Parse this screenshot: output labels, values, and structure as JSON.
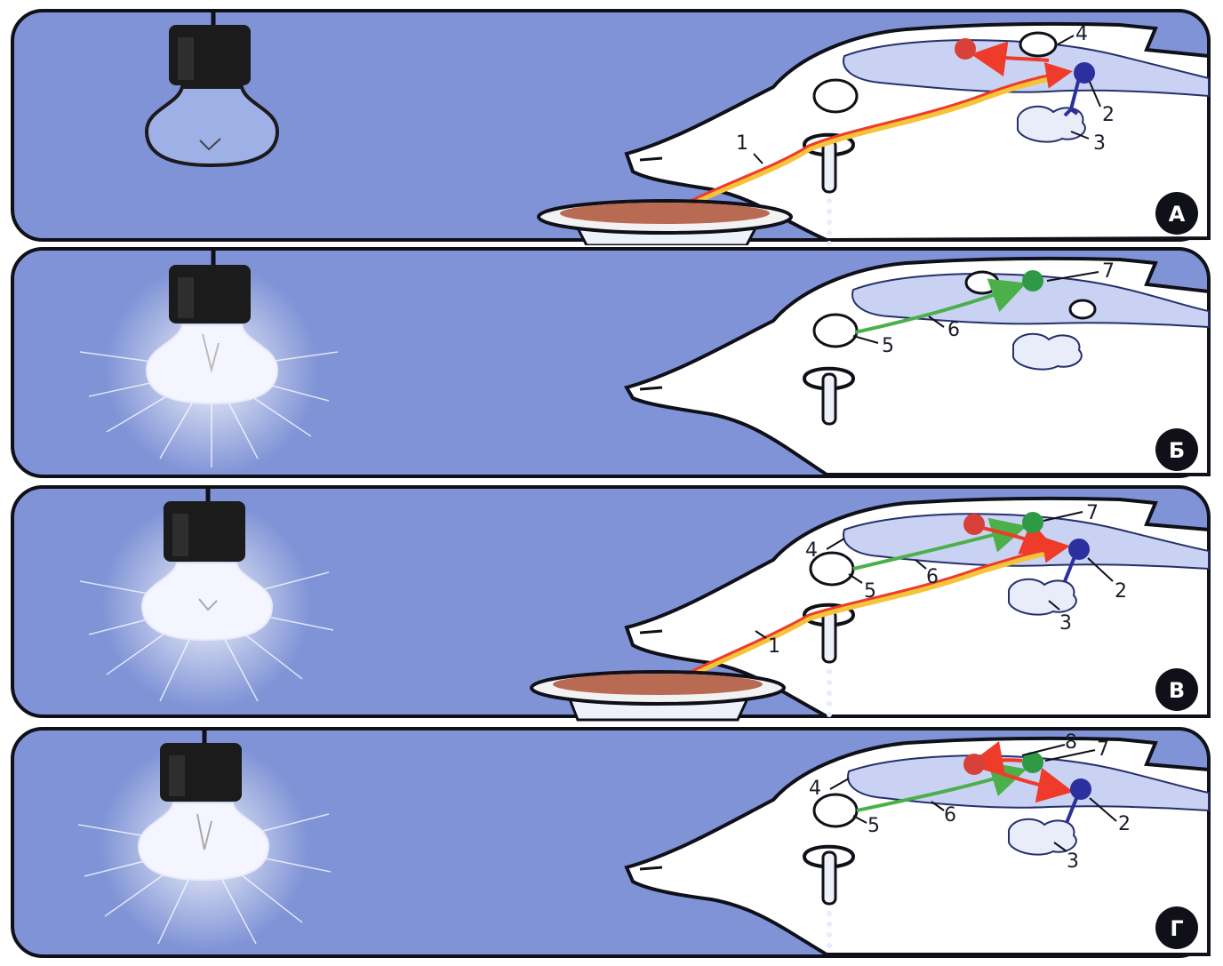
{
  "panels": [
    {
      "key": "A",
      "badge": "А",
      "bulb": "off",
      "food": true,
      "drops": true,
      "labels": {
        "l1": "1",
        "l2": "2",
        "l3": "3",
        "l4": "4"
      }
    },
    {
      "key": "B",
      "badge": "Б",
      "bulb": "on",
      "food": false,
      "drops": false,
      "labels": {
        "l5": "5",
        "l6": "6",
        "l7": "7"
      }
    },
    {
      "key": "V",
      "badge": "В",
      "bulb": "on",
      "food": true,
      "drops": true,
      "labels": {
        "l1": "1",
        "l2": "2",
        "l3": "3",
        "l4": "4",
        "l5": "5",
        "l6": "6",
        "l7": "7"
      }
    },
    {
      "key": "G",
      "badge": "Г",
      "bulb": "on",
      "food": false,
      "drops": true,
      "labels": {
        "l2": "2",
        "l3": "3",
        "l4": "4",
        "l5": "5",
        "l6": "6",
        "l7": "7",
        "l8": "8"
      }
    }
  ],
  "colors": {
    "background": "#7f93d6",
    "frame": "#101018",
    "head": "#ffffff",
    "brain": "#c9d2f2",
    "red_neuron": "#d8403a",
    "blue_neuron": "#2c2f9e",
    "green_neuron": "#2e9a46",
    "red_path": "#ee3b2a",
    "yellow_path": "#f5c43a",
    "green_path": "#4bb04a",
    "food": "#b86a52"
  },
  "icons": [
    "light-bulb-icon",
    "dog-head-icon",
    "food-bowl-icon",
    "saliva-drops-icon"
  ]
}
